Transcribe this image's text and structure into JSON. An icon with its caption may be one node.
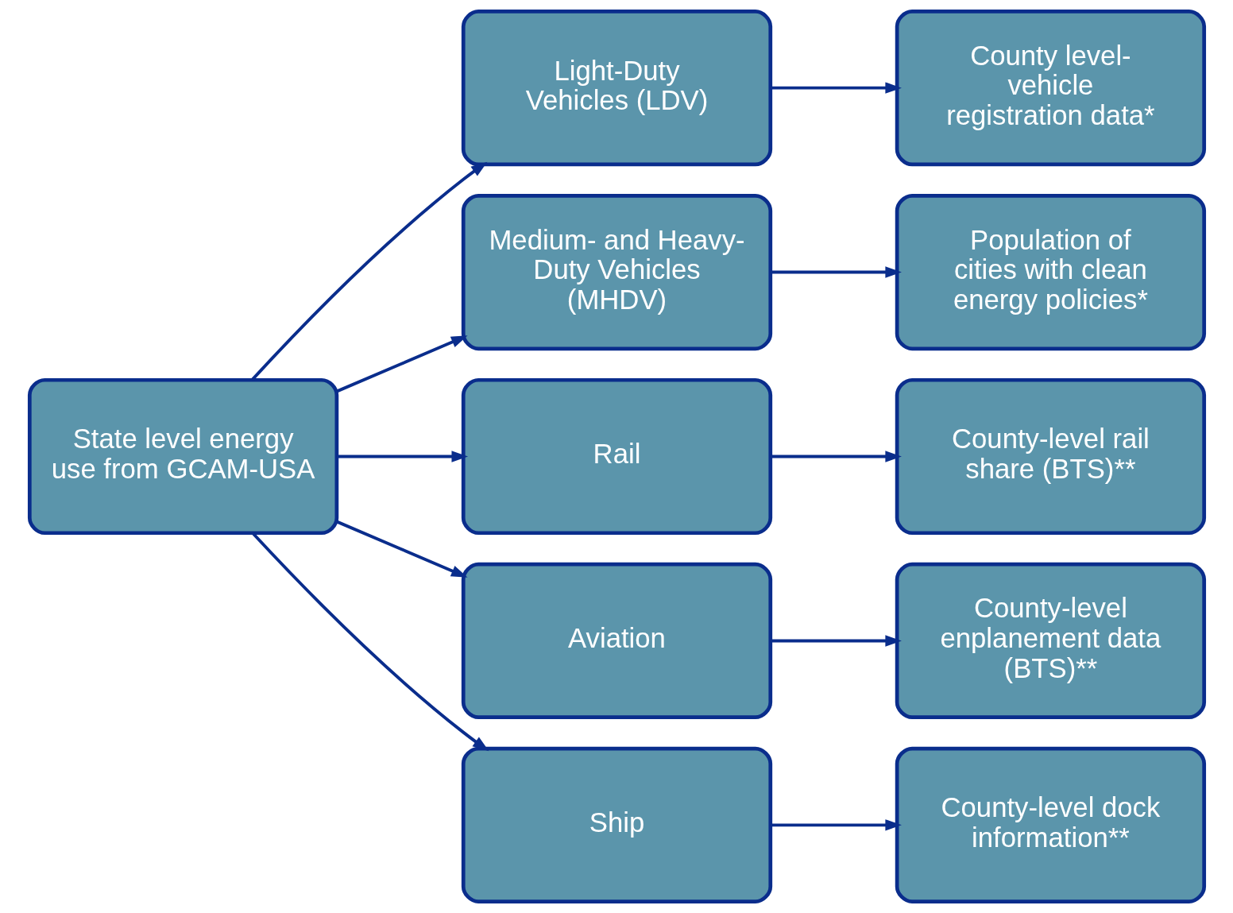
{
  "diagram": {
    "nodes": [
      {
        "text": [
          "State level energy use from GCAM-USA"
        ]
      },
      {
        "text": [
          "Light-Duty Vehicles (LDV)"
        ]
      },
      {
        "text": [
          "Medium- and Heavy-Duty Vehicles (MHDV)"
        ]
      },
      {
        "text": [
          "Rail"
        ]
      },
      {
        "text": [
          "Aviation"
        ]
      },
      {
        "text": [
          "Ship"
        ]
      },
      {
        "text": [
          "County level- vehicle registration data*"
        ]
      },
      {
        "text": [
          "Population of cities with clean energy policies*"
        ]
      },
      {
        "text": [
          "County-level rail share (BTS)**"
        ]
      },
      {
        "text": [
          "County-level enplanement data (BTS)**"
        ]
      },
      {
        "text": [
          "County-level dock information**"
        ]
      }
    ],
    "edges": [
      {
        "from": 0,
        "to": 1,
        "arrow": "to"
      },
      {
        "from": 0,
        "to": 2,
        "arrow": "to"
      },
      {
        "from": 0,
        "to": 3,
        "arrow": "to"
      },
      {
        "from": 0,
        "to": 4,
        "arrow": "to"
      },
      {
        "from": 0,
        "to": 5,
        "arrow": "to"
      },
      {
        "from": 1,
        "to": 6,
        "arrow": "to"
      },
      {
        "from": 2,
        "to": 7,
        "arrow": "to"
      },
      {
        "from": 3,
        "to": 8,
        "arrow": "to"
      },
      {
        "from": 4,
        "to": 9,
        "arrow": "to"
      },
      {
        "from": 5,
        "to": 10,
        "arrow": "to"
      }
    ]
  }
}
